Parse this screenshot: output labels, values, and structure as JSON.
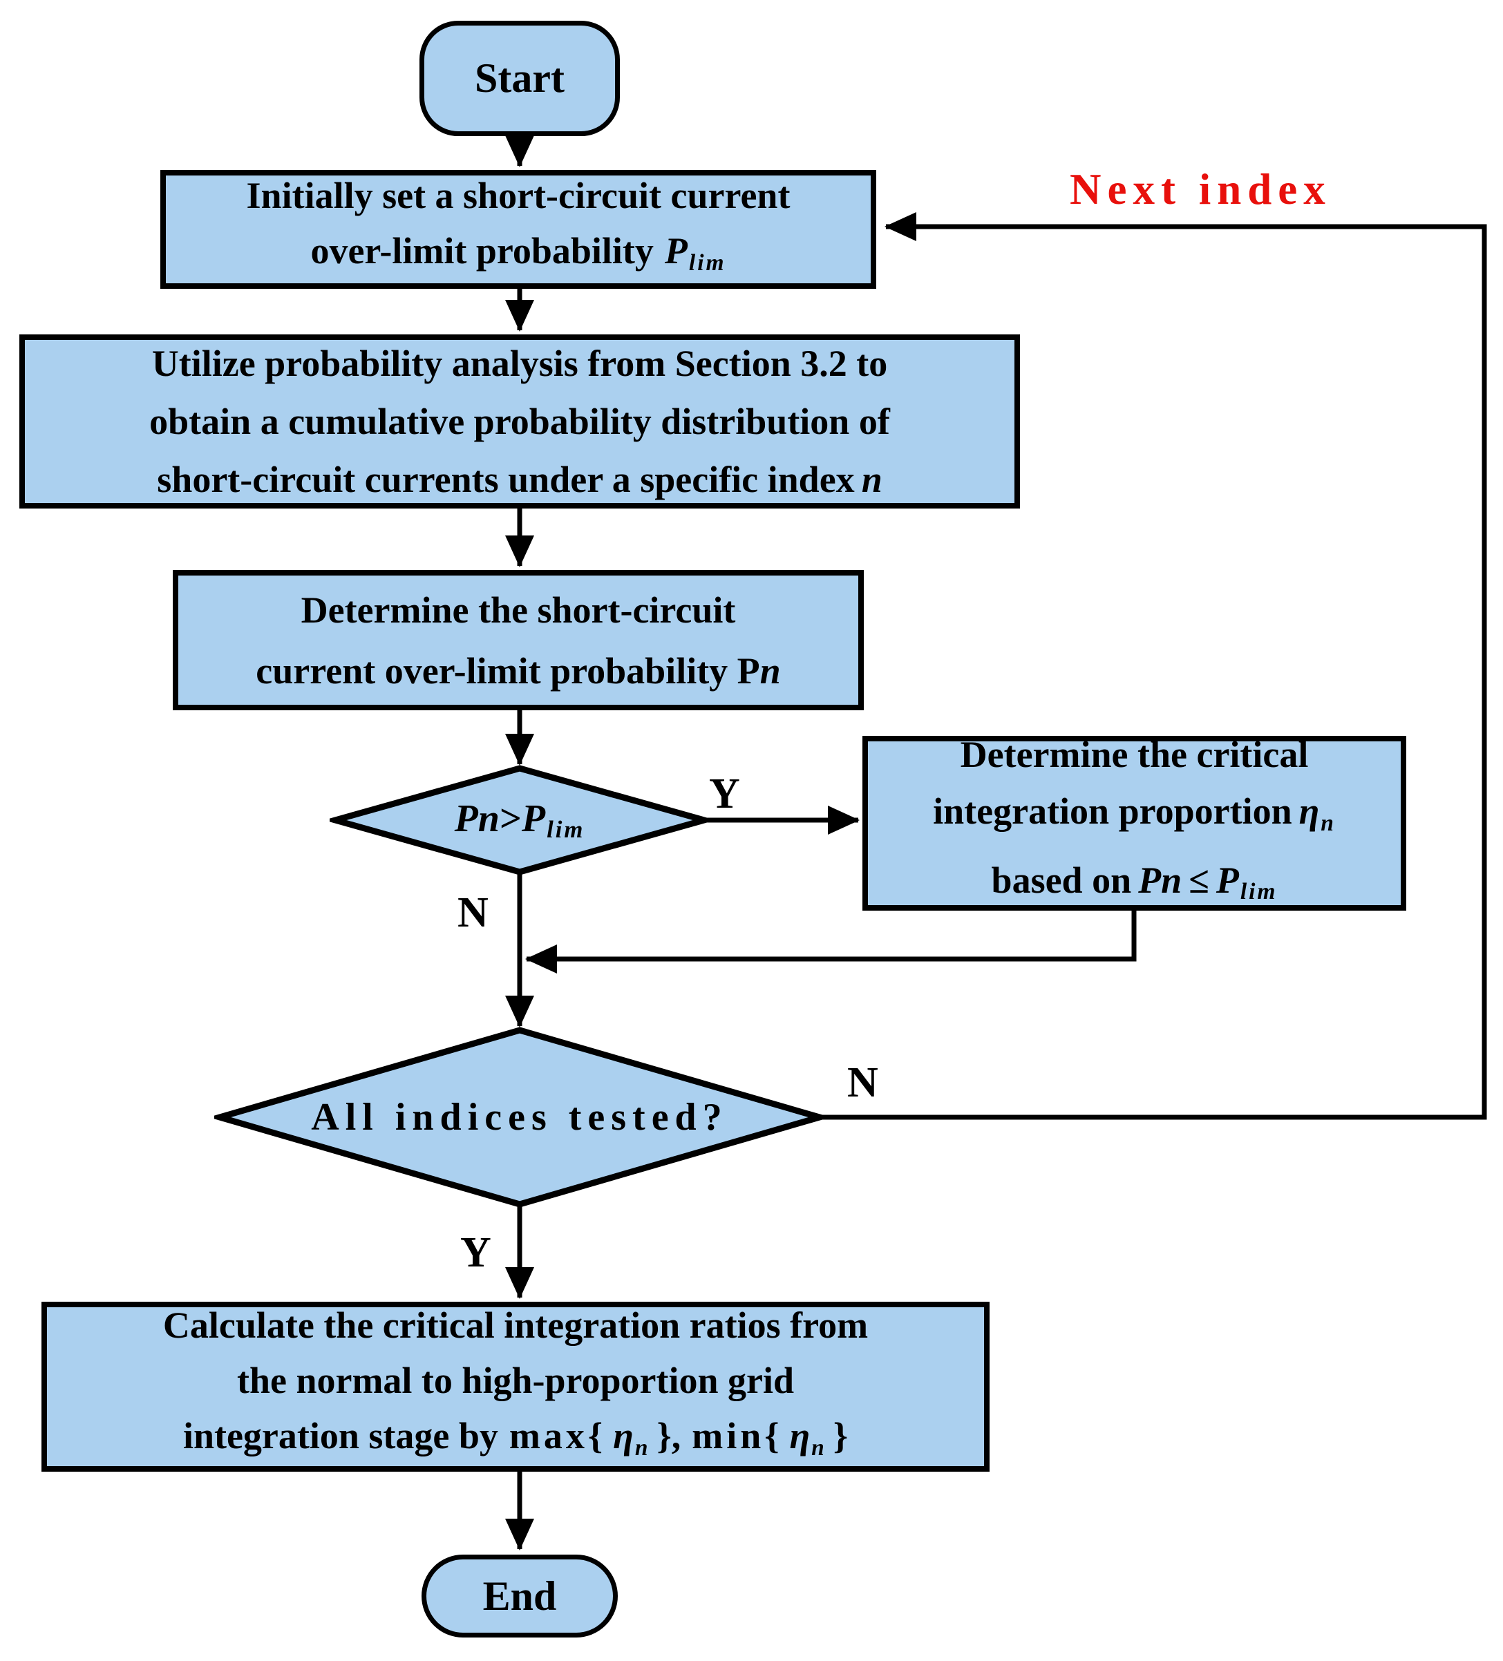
{
  "diagram": {
    "colors": {
      "node_fill": "#abd0ef",
      "node_border": "#000000",
      "connector": "#000000",
      "next_index_label": "#e8100c"
    },
    "nodes": {
      "start": {
        "label": "Start"
      },
      "set_plim": {
        "line1": "Initially set a short-circuit current",
        "line2": "over-limit probability",
        "p": "P",
        "p_sub": "lim"
      },
      "cumulative": {
        "line1": "Utilize probability analysis from Section 3.2 to",
        "line2": "obtain a cumulative probability distribution of",
        "line3": "short-circuit currents under a specific index",
        "n": "n"
      },
      "overlimit": {
        "line1": "Determine the short-circuit",
        "line2": "current over-limit probability P",
        "n": "n"
      },
      "decision_pn": {
        "p1": "P",
        "n1": "n",
        "op": ">",
        "p2": "P",
        "p2_sub": "lim"
      },
      "critical_proportion": {
        "line1": "Determine the critical",
        "line2": "integration proportion",
        "eta": "η",
        "eta_sub": "n",
        "line3": "based on",
        "p1": "P",
        "n1": "n",
        "op": "≤",
        "p2": "P",
        "p2_sub": "lim"
      },
      "decision_all": {
        "label": "All indices tested?"
      },
      "calc_ratios": {
        "line1": "Calculate the critical integration ratios from",
        "line2": "the normal to high-proportion grid",
        "line3": "integration stage by",
        "max": "max{",
        "eta1": "η",
        "eta1_sub": "n",
        "close1": "},",
        "min": "min{",
        "eta2": "η",
        "eta2_sub": "n",
        "close2": "}"
      },
      "end": {
        "label": "End"
      }
    },
    "edge_labels": {
      "decision_pn_yes": "Y",
      "decision_pn_no": "N",
      "decision_all_no": "N",
      "decision_all_yes": "Y",
      "next_index": "Next index"
    }
  }
}
